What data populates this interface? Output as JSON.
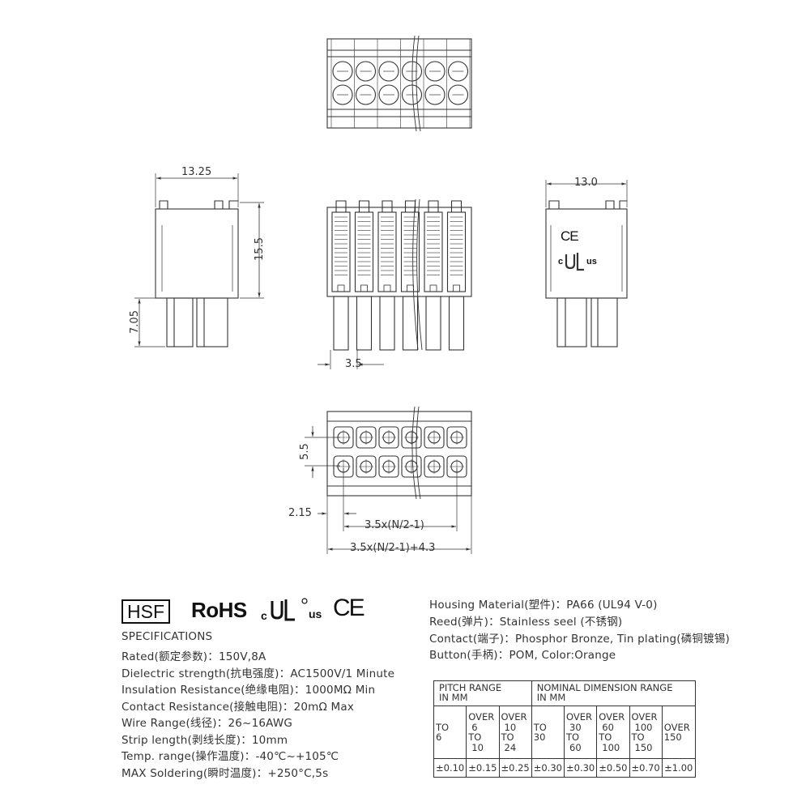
{
  "dimensions": {
    "side_width": "13.25",
    "body_height": "15.5",
    "pin_length": "7.05",
    "pitch": "3.5",
    "right_width": "13.0",
    "row_spacing": "5.5",
    "offset": "2.15",
    "span_pitch": "3.5x(N/2-1)",
    "span_total": "3.5x(N/2-1)+4.3"
  },
  "marks": {
    "ce": "CE",
    "us": "us",
    "c": "c"
  },
  "brand": {
    "hsf": "HSF",
    "rohs": "RoHS",
    "ce": "CE",
    "us": "us",
    "c": "c"
  },
  "specifications": {
    "title": "SPECIFICATIONS",
    "lines": [
      "Rated(额定参数)：150V,8A",
      "Dielectric strength(抗电强度)：AC1500V/1 Minute",
      "Insulation Resistance(绝缘电阻)：1000MΩ Min",
      "Contact Resistance(接触电阻)：20mΩ Max",
      "Wire Range(线径)：26~16AWG",
      "Strip length(剥线长度)：10mm",
      "Temp. range(操作温度)：-40℃~+105℃",
      "MAX Soldering(瞬时温度)：+250°C,5s"
    ]
  },
  "materials": [
    "Housing Material(塑件)：PA66 (UL94 V-0)",
    "Reed(弹片)：Stainless seel (不锈钢)",
    "Contact(端子)：Phosphor Bronze, Tin plating(磷铜镀锡)",
    "Button(手柄)：POM, Color:Orange"
  ],
  "tolerance_table": {
    "pitch_header": [
      "PITCH RANGE",
      "IN MM"
    ],
    "nominal_header": [
      "NOMINAL DIMENSION RANGE",
      "IN MM"
    ],
    "ranges": [
      [
        "TO",
        "6"
      ],
      [
        "OVER",
        "6",
        "TO",
        "10"
      ],
      [
        "OVER",
        "10",
        "TO",
        "24"
      ],
      [
        "TO",
        "30"
      ],
      [
        "OVER",
        "30",
        "TO",
        "60"
      ],
      [
        "OVER",
        "60",
        "TO",
        "100"
      ],
      [
        "OVER",
        "100",
        "TO",
        "150"
      ],
      [
        "OVER",
        "150"
      ]
    ],
    "tolerances": [
      "±0.10",
      "±0.15",
      "±0.25",
      "±0.30",
      "±0.30",
      "±0.50",
      "±0.70",
      "±1.00"
    ]
  }
}
